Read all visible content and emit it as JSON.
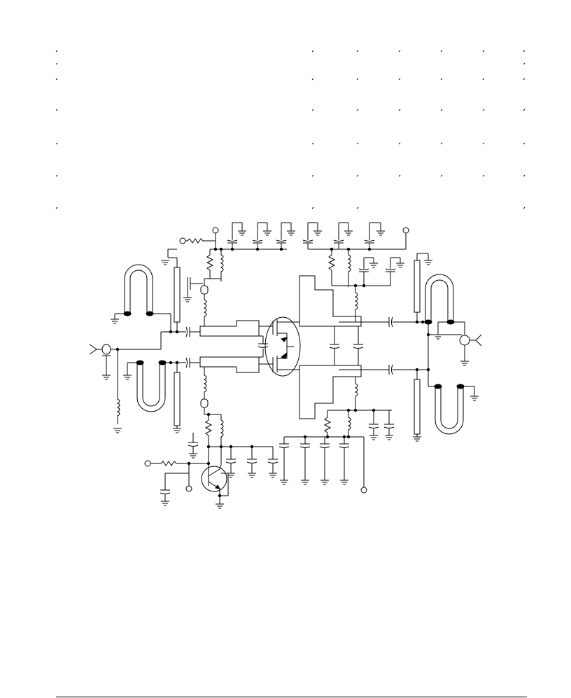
{
  "diagram": {
    "kind": "rf-power-amplifier-schematic",
    "page_marks": "tick-mark grid",
    "components": [
      "resistor-symbol",
      "inductor-symbol",
      "capacitor-symbol",
      "ground-symbol",
      "transmission-line-balun",
      "coaxial-connector",
      "npn-transistor",
      "dual-fet-transistor",
      "terminal-node"
    ]
  }
}
